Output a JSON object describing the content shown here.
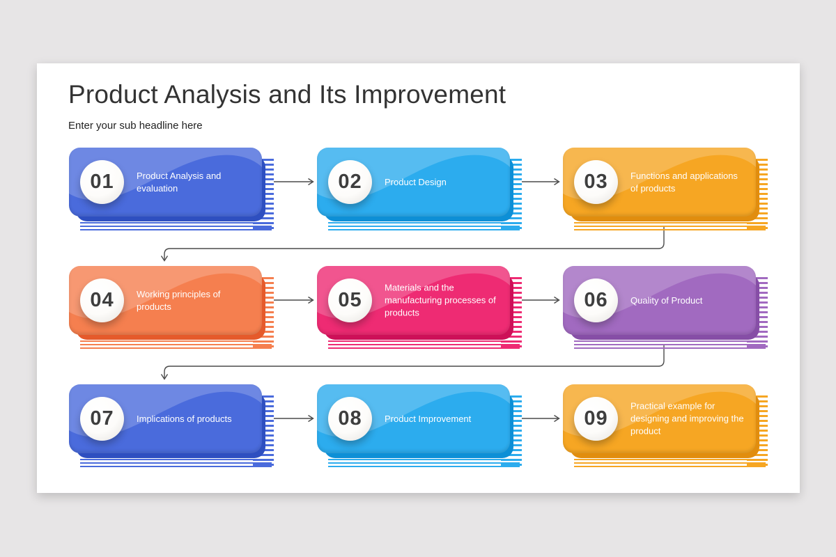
{
  "slide": {
    "title": "Product Analysis and Its Improvement",
    "subtitle": "Enter your sub headline here"
  },
  "palette": {
    "blue": {
      "base": "#4a6bdc",
      "dark": "#2e4fc0"
    },
    "cyan": {
      "base": "#2cacee",
      "dark": "#0d8fd6"
    },
    "amber": {
      "base": "#f6a623",
      "dark": "#e18d0e"
    },
    "coral": {
      "base": "#f57f4f",
      "dark": "#e55a2b"
    },
    "pink": {
      "base": "#ee2b73",
      "dark": "#cd1058"
    },
    "purple": {
      "base": "#a16ac0",
      "dark": "#864ea6"
    }
  },
  "text_colors": {
    "title": "#333333",
    "card_text": "#ffffff",
    "number": "#3e3e3e",
    "connector": "#4a4a4a"
  },
  "cards": [
    {
      "number": "01",
      "label": "Product Analysis and evaluation",
      "color": "blue"
    },
    {
      "number": "02",
      "label": "Product Design",
      "color": "cyan"
    },
    {
      "number": "03",
      "label": "Functions and applications of products",
      "color": "amber"
    },
    {
      "number": "04",
      "label": "Working principles of products",
      "color": "coral"
    },
    {
      "number": "05",
      "label": "Materials and the manufacturing processes of products",
      "color": "pink"
    },
    {
      "number": "06",
      "label": "Quality of Product",
      "color": "purple"
    },
    {
      "number": "07",
      "label": "Implications of products",
      "color": "blue"
    },
    {
      "number": "08",
      "label": "Product Improvement",
      "color": "cyan"
    },
    {
      "number": "09",
      "label": "Practical example for designing and improving the product",
      "color": "amber"
    }
  ]
}
